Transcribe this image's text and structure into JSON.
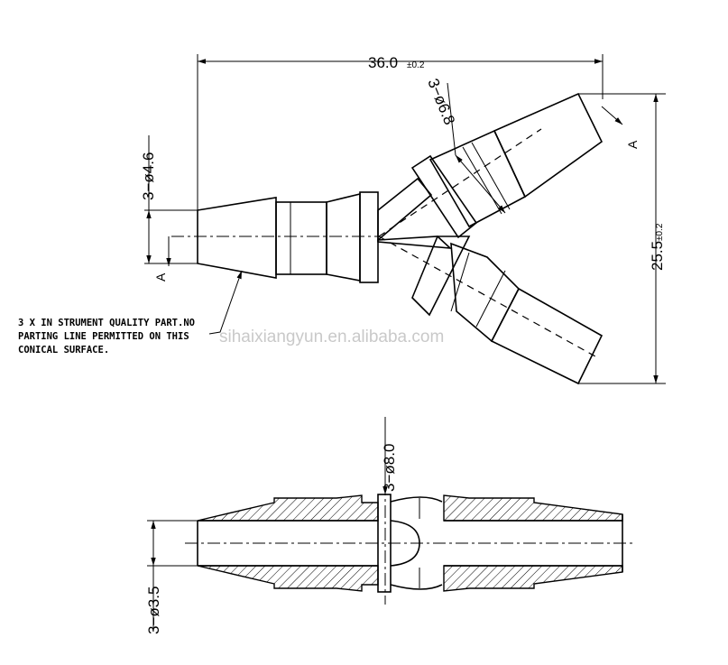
{
  "dimensions": {
    "overall_width": "36.0",
    "overall_width_tol": "±0.2",
    "height": "25.5",
    "height_tol": "±0.2",
    "dia_left": "3−ø4.6",
    "dia_branch": "3−ø6.8",
    "dia_section_center": "3−ø8.0",
    "dia_bore": "3−ø3.5"
  },
  "section_marks": {
    "left": "A",
    "right": "A"
  },
  "note": {
    "line1": "3 X IN STRUMENT QUALITY PART.NO",
    "line2": "PARTING LINE PERMITTED ON THIS",
    "line3": "CONICAL SURFACE."
  },
  "watermark": "sihaixiangyun.en.alibaba.com"
}
